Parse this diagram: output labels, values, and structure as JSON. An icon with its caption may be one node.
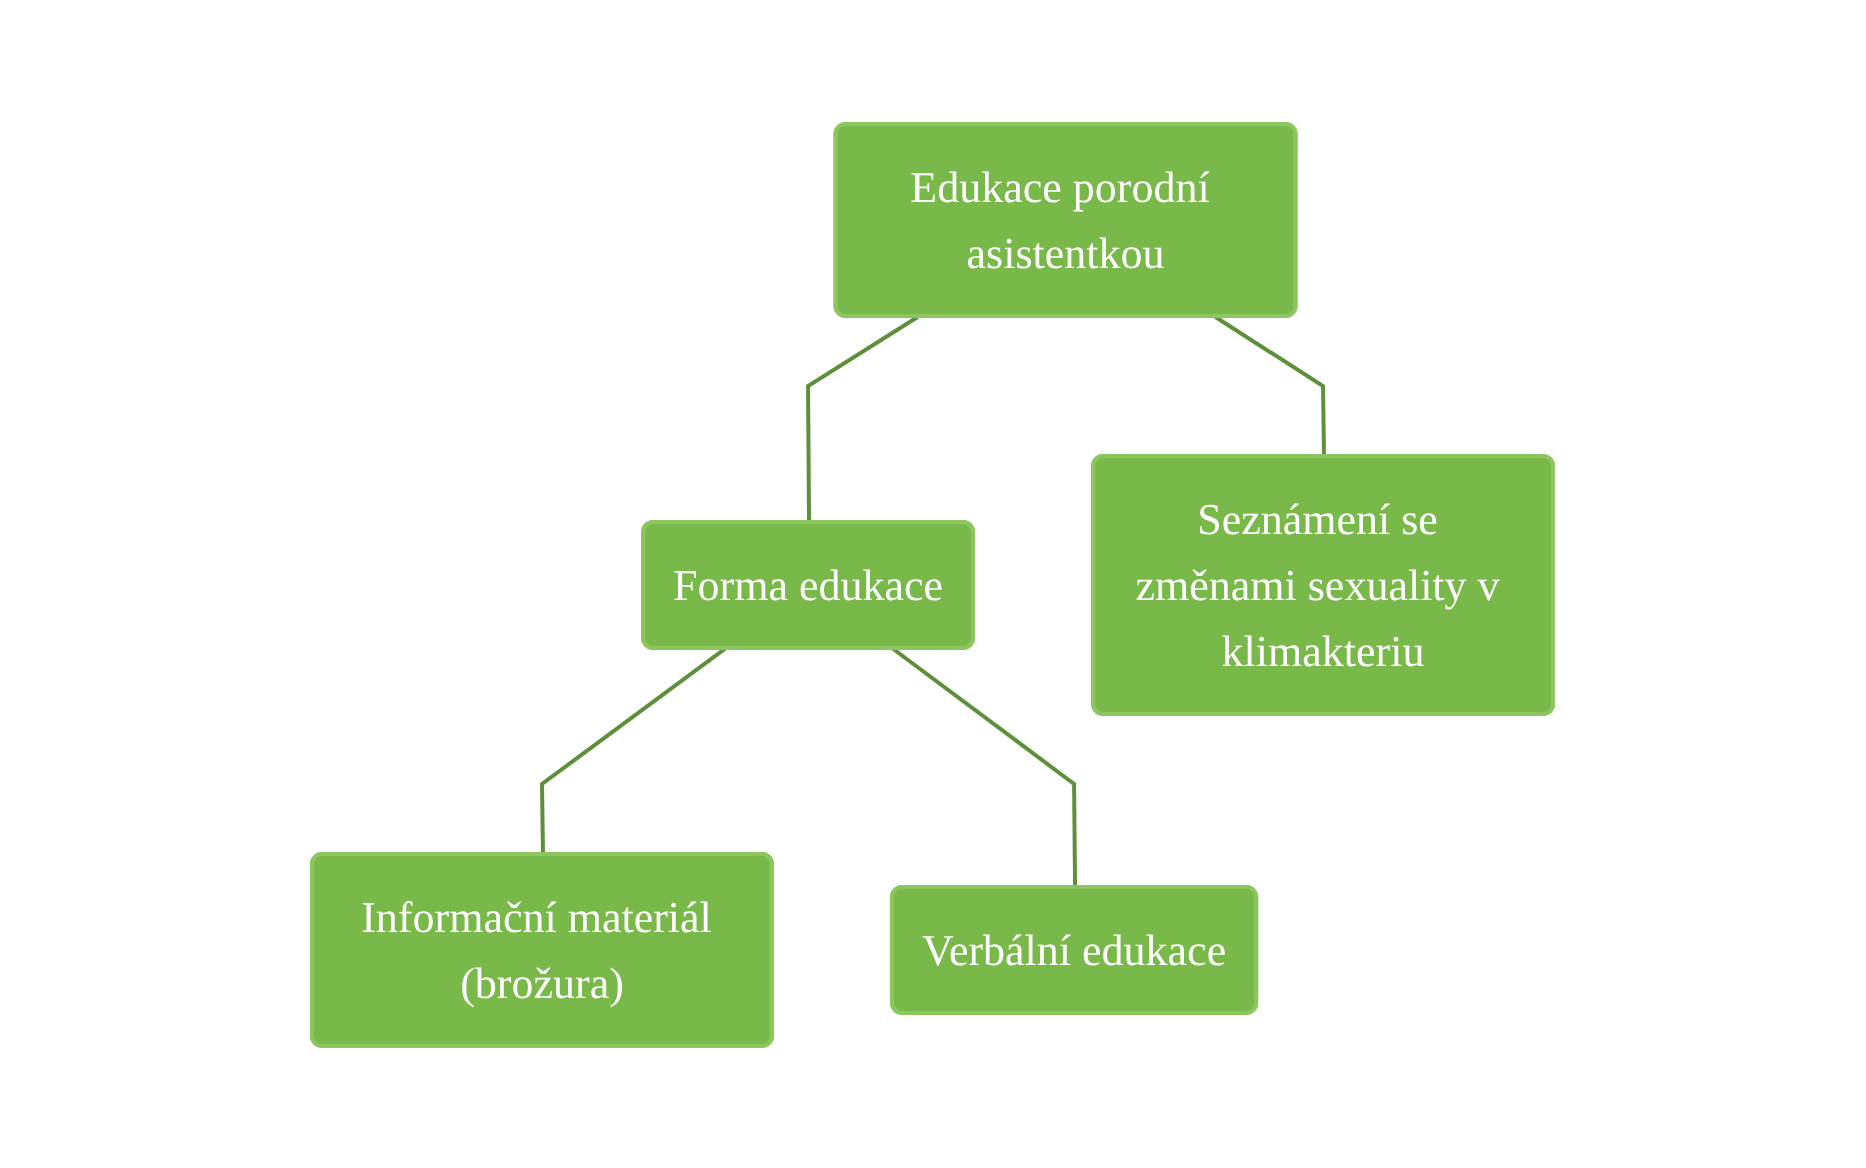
{
  "diagram": {
    "nodes": [
      {
        "text": [
          "Edukace porodní asistentkou"
        ]
      },
      {
        "text": [
          "Forma edukace"
        ]
      },
      {
        "text": [
          "Seznámení se změnami sexuality v klimakteriu"
        ]
      },
      {
        "text": [
          "Verbální edukace"
        ]
      },
      {
        "text": [
          "Informační materiál (brožura)"
        ]
      }
    ],
    "edges": [
      {
        "from": 0,
        "to": 1,
        "arrow": "none"
      },
      {
        "from": 0,
        "to": 2,
        "arrow": "none"
      },
      {
        "from": 1,
        "to": 4,
        "arrow": "none"
      },
      {
        "from": 1,
        "to": 3,
        "arrow": "none"
      }
    ]
  }
}
